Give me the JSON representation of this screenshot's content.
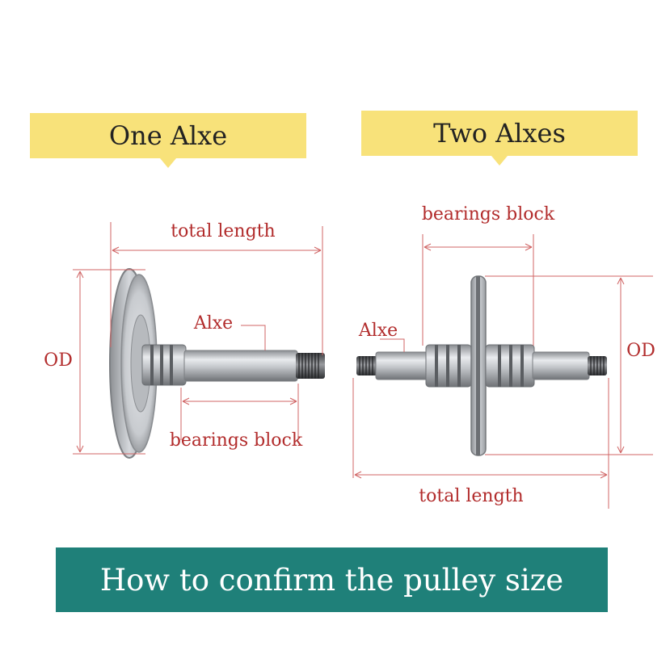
{
  "left_panel": {
    "title": "One Alxe",
    "labels": {
      "total_length": "total length",
      "od": "OD",
      "alxe": "Alxe",
      "bearings_block": "bearings block"
    }
  },
  "right_panel": {
    "title": "Two Alxes",
    "labels": {
      "bearings_block": "bearings block",
      "alxe": "Alxe",
      "od": "OD",
      "total_length": "total length"
    }
  },
  "footer": {
    "text": "How to confirm the pulley size"
  },
  "colors": {
    "banner": "#f8e27a",
    "dimension": "#b22c2c",
    "footer": "#1f8079",
    "metal": "#b9bcc0"
  }
}
